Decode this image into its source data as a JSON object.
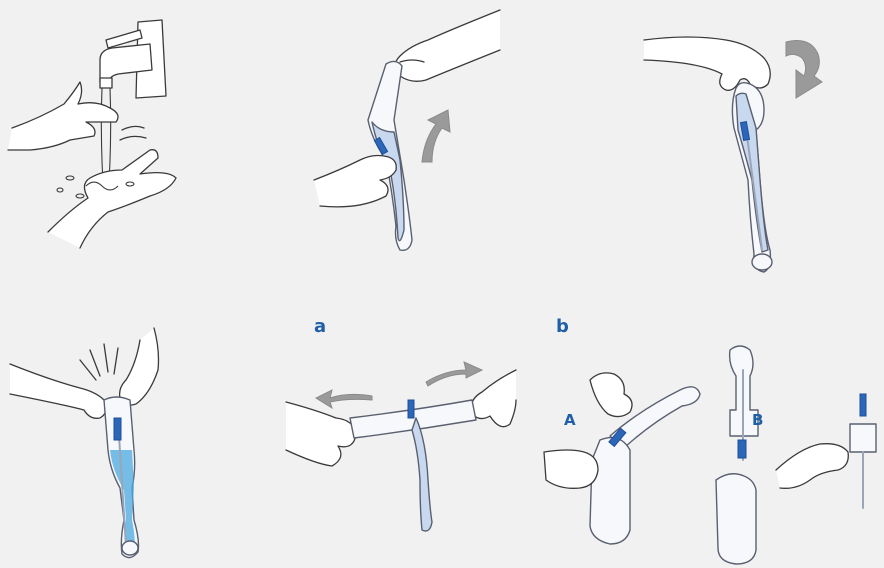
{
  "colors": {
    "background": "#f1f1f1",
    "label": "#1f5fa8",
    "catheter_tip": "#2c66b8",
    "fluid": "#4aa8e0",
    "arrow": "#9a9a9a"
  },
  "labels": {
    "a": "a",
    "b": "b",
    "A": "A",
    "B": "B"
  },
  "steps": [
    {
      "icon": "hand-wash-icon"
    },
    {
      "icon": "pouch-hang-icon"
    },
    {
      "icon": "pouch-fold-icon"
    },
    {
      "icon": "water-sachet-burst-icon"
    },
    {
      "icon": "pouch-open-tear-icon"
    },
    {
      "icon": "catheter-removal-icon"
    }
  ]
}
